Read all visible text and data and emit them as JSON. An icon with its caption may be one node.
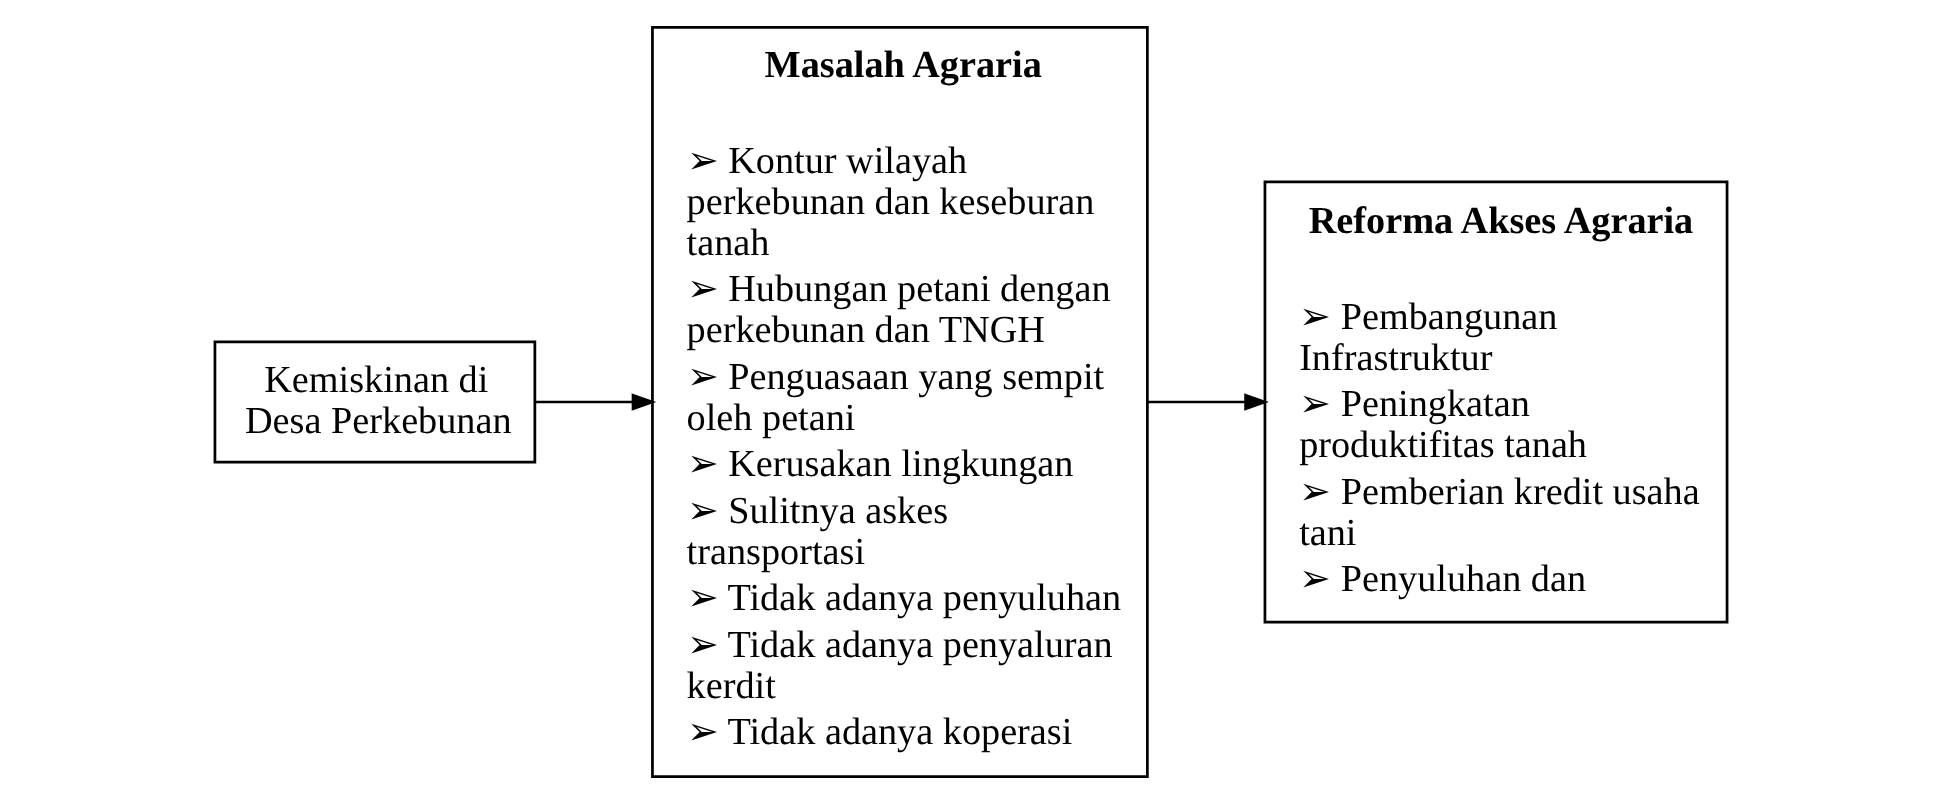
{
  "diagram": {
    "nodes": [
      {
        "text": [
          "Kemiskinan di Desa Perkebunan"
        ]
      },
      {
        "text": [
          "Masalah Agraria",
          "➢ Kontur wilayah perkebunan dan keseburan tanah",
          "➢ Hubungan petani dengan perkebunan dan TNGH",
          "➢ Penguasaan yang sempit oleh petani",
          "➢ Kerusakan lingkungan",
          "➢ Sulitnya askes transportasi",
          "➢ Tidak adanya penyuluhan",
          "➢ Tidak adanya penyaluran kerdit",
          "➢ Tidak adanya koperasi"
        ]
      },
      {
        "text": [
          "Reforma Akses Agraria",
          "➢ Pembangunan Infrastruktur",
          "➢ Peningkatan produktifitas tanah",
          "➢ Pemberian kredit usaha tani",
          "➢ Penyuluhan dan"
        ]
      }
    ],
    "edges": [
      {
        "from": 0,
        "to": 1,
        "arrow": "to"
      },
      {
        "from": 1,
        "to": 2,
        "arrow": "to"
      }
    ]
  }
}
